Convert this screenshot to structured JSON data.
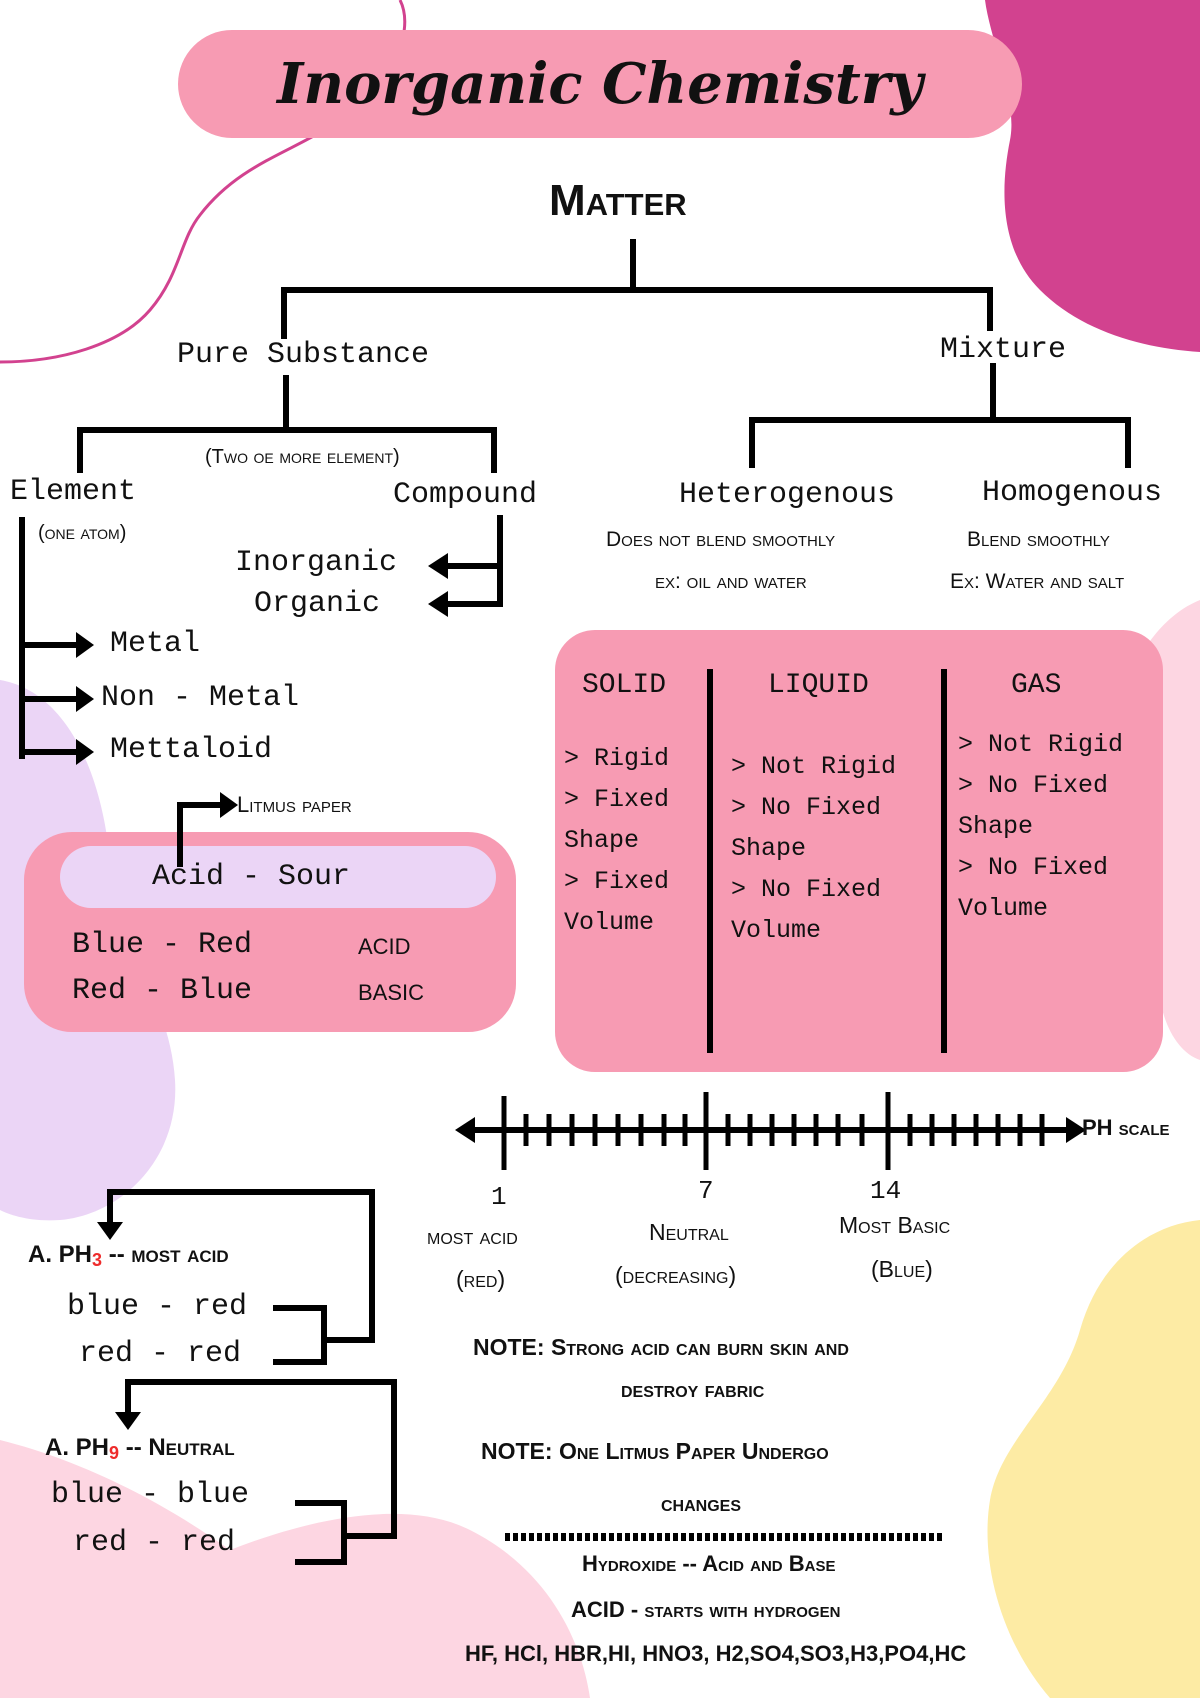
{
  "title": "Inorganic Chemistry",
  "matter": {
    "root": "Matter",
    "pure_substance": "Pure Substance",
    "mixture": "Mixture",
    "element": "Element",
    "element_note": "(one atom)",
    "compound": "Compound",
    "compound_note": "(Two oe more element)",
    "compound_types": [
      "Inorganic",
      "Organic"
    ],
    "element_types": [
      "Metal",
      "Non - Metal",
      "Mettaloid"
    ],
    "heterogenous": {
      "label": "Heterogenous",
      "desc": "Does not blend smoothly",
      "example": "ex: oil and water"
    },
    "homogenous": {
      "label": "Homogenous",
      "desc": "Blend smoothly",
      "example": "Ex: Water and salt"
    }
  },
  "litmus": {
    "label": "Litmus paper",
    "acid_line": "Acid - Sour",
    "rows": [
      {
        "change": "Blue - Red",
        "result": "ACID"
      },
      {
        "change": "Red - Blue",
        "result": "BASIC"
      }
    ]
  },
  "states": [
    {
      "name": "SOLID",
      "props": [
        "> Rigid",
        "> Fixed Shape",
        "> Fixed Volume"
      ]
    },
    {
      "name": "LIQUID",
      "props": [
        "> Not Rigid",
        "> No Fixed Shape",
        "> No Fixed Volume"
      ]
    },
    {
      "name": "GAS",
      "props": [
        "> Not Rigid",
        "> No Fixed Shape",
        "> No Fixed Volume"
      ]
    }
  ],
  "ph_scale": {
    "label": "PH scale",
    "marks": [
      {
        "value": "1",
        "desc": "most acid",
        "color": "(red)"
      },
      {
        "value": "7",
        "desc": "Neutral",
        "color": "(decreasing)"
      },
      {
        "value": "14",
        "desc": "Most Basic",
        "color": "(Blue)"
      }
    ]
  },
  "examples": [
    {
      "prefix": "A. PH",
      "num": "3",
      "suffix": " -- most acid",
      "lines": [
        "blue - red",
        "red - red"
      ]
    },
    {
      "prefix": "A. PH",
      "num": "9",
      "suffix": " -- Neutral",
      "lines": [
        "blue - blue",
        "red - red"
      ]
    }
  ],
  "notes": {
    "note1_a": "NOTE: Strong acid can burn skin and",
    "note1_b": "destroy fabric",
    "note2_a": "NOTE: One Litmus Paper Undergo",
    "note2_b": "changes",
    "hydroxide": "Hydroxide -- Acid and Base",
    "acid_start": "ACID - starts with hydrogen",
    "formulas": "HF, HCl, HBR,HI, HNO3, H2,SO4,SO3,H3,PO4,HC"
  },
  "colors": {
    "pink": "#f79bb3",
    "lavender": "#ebd5f6",
    "magenta": "#d2428f",
    "light_pink": "#fdd6e2",
    "yellow": "#fdeba4",
    "ph_sub_red": "#ee2b2b"
  }
}
